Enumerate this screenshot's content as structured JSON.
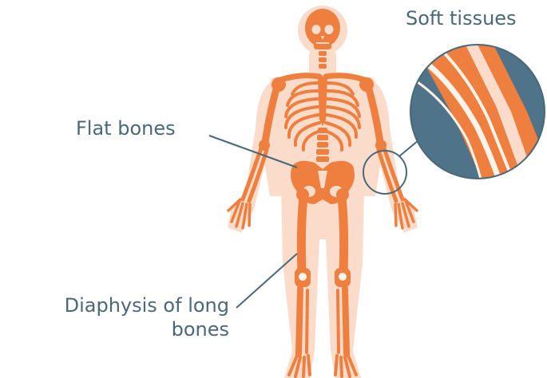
{
  "labels": {
    "soft_tissues": "Soft tissues",
    "flat_bones": "Flat bones",
    "diaphysis_line1": "Diaphysis of long",
    "diaphysis_line2": "bones"
  },
  "colors": {
    "bone": "#ee7f3f",
    "body_silhouette": "#fbdccb",
    "bone_highlight": "#fff3ea",
    "callout_line": "#4a6878",
    "inset_background": "#4f7388",
    "label_text": "#4a6878"
  }
}
